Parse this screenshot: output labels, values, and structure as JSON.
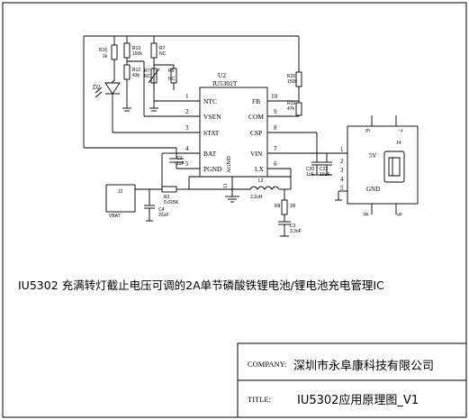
{
  "schematic": {
    "ic": {
      "ref": "U2",
      "part": "IU5302T",
      "left_pins": [
        {
          "num": "1",
          "name": "NTC"
        },
        {
          "num": "2",
          "name": "VSEN"
        },
        {
          "num": "3",
          "name": "STAT"
        },
        {
          "num": "4",
          "name": "BAT"
        },
        {
          "num": "5",
          "name": "PGND"
        }
      ],
      "right_pins": [
        {
          "num": "10",
          "name": "FB"
        },
        {
          "num": "9",
          "name": "COM"
        },
        {
          "num": "8",
          "name": "CSP"
        },
        {
          "num": "7",
          "name": "VIN"
        },
        {
          "num": "6",
          "name": "LX"
        }
      ],
      "bottom_pin": {
        "num": "11",
        "name": "AGND"
      }
    },
    "components": {
      "r16": {
        "ref": "R16",
        "value": "1k"
      },
      "r13": {
        "ref": "R13",
        "value": "150k"
      },
      "r12": {
        "ref": "R12",
        "value": "43k"
      },
      "r7": {
        "ref": "R7",
        "value": "NC"
      },
      "r_t": {
        "ref": "RT",
        "value": "NC"
      },
      "r_nc": {
        "ref": "R5",
        "value": "NC"
      },
      "r20": {
        "ref": "R20",
        "value": "150k"
      },
      "r19": {
        "ref": "R19",
        "value": "47k"
      },
      "d2": {
        "ref": "D2"
      },
      "c1": {
        "ref": "C1",
        "value": "1uF"
      },
      "c20": {
        "ref": "C20",
        "value": "1uF"
      },
      "c22": {
        "ref": "C22",
        "value": "10uF"
      },
      "r3": {
        "ref": "R3",
        "value": "0.025R"
      },
      "c4": {
        "ref": "C4",
        "value": "22uF"
      },
      "l2": {
        "ref": "L2",
        "value": "2.2uH"
      },
      "r8": {
        "ref": "R8",
        "value": "1R"
      },
      "c3": {
        "ref": "C3",
        "value": "3.3nF"
      },
      "j2": {
        "ref": "J2",
        "value": "VBAT"
      }
    },
    "usb": {
      "v5": "5V",
      "gnd": "GND",
      "pins_left": [
        "1",
        "2",
        "3",
        "4",
        "5"
      ],
      "pins_extra": [
        "6",
        "7",
        "8",
        "9"
      ],
      "shell": "J4"
    }
  },
  "caption": "IU5302 充满转灯截止电压可调的2A单节磷酸铁锂电池/锂电池充电管理IC",
  "title_block": {
    "company_label": "COMPANY:",
    "company_value": "深圳市永阜康科技有限公司",
    "title_label": "TITLE:",
    "title_value": "IU5302应用原理图_V1"
  }
}
